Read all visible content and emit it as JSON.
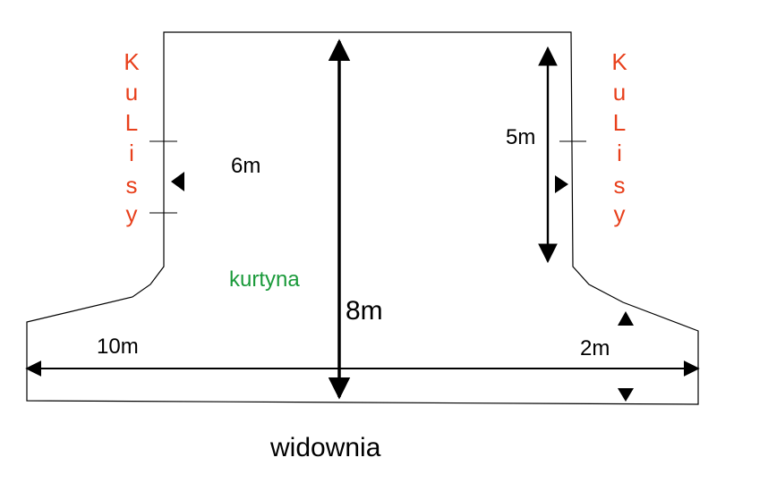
{
  "diagram": {
    "kulisy_left": [
      "K",
      "u",
      "L",
      "i",
      "s",
      "y"
    ],
    "kulisy_right": [
      "K",
      "u",
      "L",
      "i",
      "s",
      "y"
    ],
    "dim_6m": "6m",
    "dim_5m": "5m",
    "dim_8m": "8m",
    "dim_10m": "10m",
    "dim_2m": "2m",
    "curtain": "kurtyna",
    "audience": "widownia"
  },
  "colors": {
    "kulisy": "#e8401c",
    "curtain": "#1a9a3a",
    "outline": "#000000"
  }
}
